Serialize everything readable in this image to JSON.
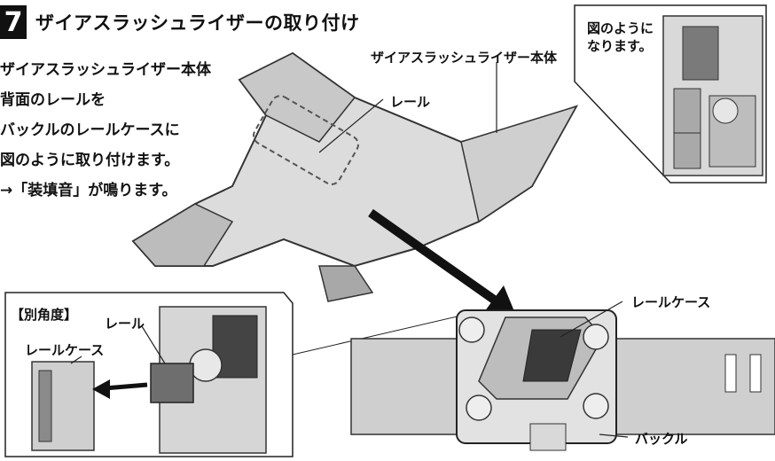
{
  "step": {
    "number": "7",
    "title": "ザイアスラッシュライザーの取り付け"
  },
  "instructions": [
    "ザイアスラッシュライザー本体",
    "背面のレールを",
    "バックルのレールケースに",
    "図のように取り付けます。",
    "→「装填音」が鳴ります。"
  ],
  "callouts": {
    "device_name": "ザイアスラッシュライザー本体",
    "rail": "レール",
    "rail_case": "レールケース",
    "buckle": "バックル"
  },
  "top_inset": {
    "text_line1": "図のように",
    "text_line2": "なります。"
  },
  "alt_view_inset": {
    "heading": "【別角度】",
    "rail": "レール",
    "rail_case": "レールケース"
  },
  "colors": {
    "ink": "#111111",
    "part_fill": "#d9d9d9",
    "part_shade": "#8a8a8a",
    "belt_fill": "#c9c9c9"
  }
}
